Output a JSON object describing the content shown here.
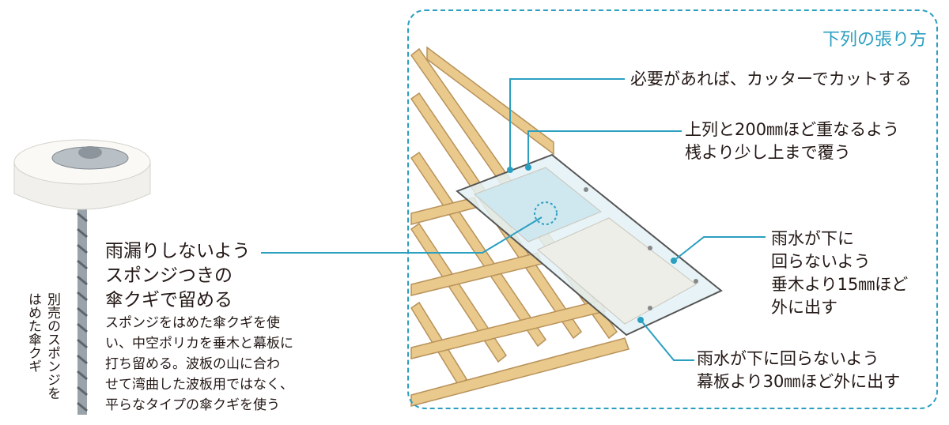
{
  "section_title": "下列の張り方",
  "callouts": {
    "cut": "必要があれば、カッターでカットする",
    "overlap": [
      "上列と200㎜ほど重なるよう",
      "桟より少し上まで覆う"
    ],
    "rafter": [
      "雨水が下に",
      "回らないよう",
      "垂木より15㎜ほど",
      "外に出す"
    ],
    "fascia": [
      "雨水が下に回らないよう",
      "幕板より30㎜ほど外に出す"
    ]
  },
  "nail": {
    "heading": [
      "雨漏りしないよう",
      "スポンジつきの",
      "傘クギで留める"
    ],
    "description": [
      "スポンジをはめた傘クギを使",
      "い、中空ポリカを垂木と幕板に",
      "打ち留める。波板の山に合わ",
      "せて湾曲した波板用ではなく、",
      "平らなタイプの傘クギを使う"
    ],
    "caption": [
      "別売のスポンジを",
      "はめた傘クギ"
    ]
  },
  "colors": {
    "accent": "#2a9fc0",
    "wood": "#e9c98c",
    "wood_edge": "#b8925a"
  }
}
